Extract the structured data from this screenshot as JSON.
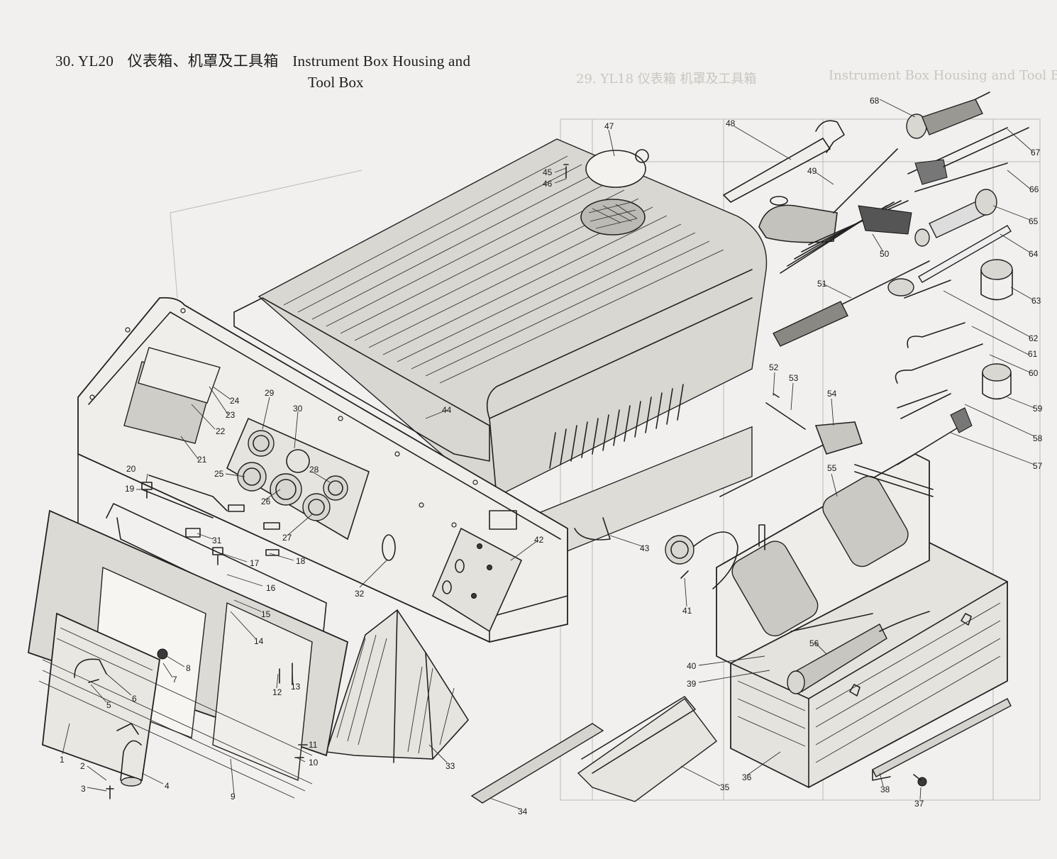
{
  "heading": {
    "number": "30. YL20",
    "title_zh": "仪表箱、机罩及工具箱",
    "title_en_line1": "Instrument Box Housing and",
    "title_en_line2": "Tool Box"
  },
  "bleed_through": {
    "title": "29. YL18 仪表箱 机罩及工具箱",
    "title_en": "Instrument Box Housing and Tool Box"
  },
  "callouts": [
    "1",
    "2",
    "3",
    "4",
    "5",
    "6",
    "7",
    "8",
    "9",
    "10",
    "11",
    "12",
    "13",
    "14",
    "15",
    "16",
    "17",
    "18",
    "19",
    "20",
    "21",
    "22",
    "23",
    "24",
    "25",
    "26",
    "27",
    "28",
    "29",
    "30",
    "31",
    "32",
    "33",
    "34",
    "35",
    "36",
    "37",
    "38",
    "39",
    "40",
    "41",
    "42",
    "43",
    "44",
    "45",
    "46",
    "47",
    "48",
    "49",
    "50",
    "51",
    "52",
    "53",
    "54",
    "55",
    "56",
    "57",
    "58",
    "59",
    "60",
    "61",
    "62",
    "63",
    "64",
    "65",
    "66",
    "67",
    "68"
  ]
}
